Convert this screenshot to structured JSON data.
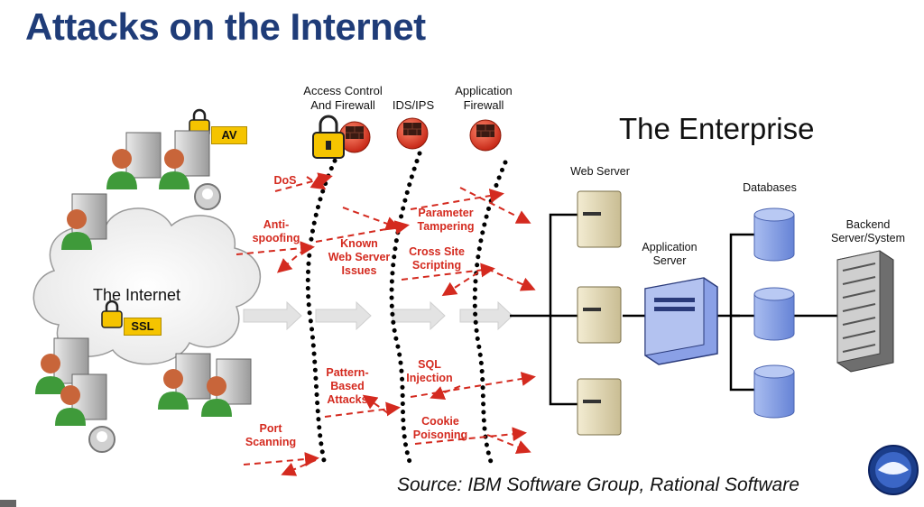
{
  "title": "Attacks on the Internet",
  "enterprise_label": "The Enterprise",
  "internet_label": "The Internet",
  "badges": {
    "av": "AV",
    "ssl": "SSL"
  },
  "defenses": {
    "access_control": [
      "Access Control",
      "And Firewall"
    ],
    "ids": "IDS/IPS",
    "app_firewall": [
      "Application",
      "Firewall"
    ]
  },
  "servers": {
    "web_server": "Web Server",
    "app_server": [
      "Application",
      "Server"
    ],
    "databases": "Databases",
    "backend": [
      "Backend",
      "Server/System"
    ]
  },
  "attacks": {
    "dos": "DoS",
    "anti_spoofing": [
      "Anti-",
      "spoofing"
    ],
    "known_issues": [
      "Known",
      "Web Server",
      "Issues"
    ],
    "param_tampering": [
      "Parameter",
      "Tampering"
    ],
    "xss": [
      "Cross Site",
      "Scripting"
    ],
    "pattern_attacks": [
      "Pattern-",
      "Based",
      "Attacks"
    ],
    "sql_injection": [
      "SQL",
      "Injection"
    ],
    "port_scanning": [
      "Port",
      "Scanning"
    ],
    "cookie_poisoning": [
      "Cookie",
      "Poisoning"
    ]
  },
  "source": "Source: IBM Software Group, Rational Software",
  "colors": {
    "title": "#1f3c78",
    "attack_red": "#d42a1f",
    "db_blue": "#7f9be0",
    "badge_yellow": "#f5c400"
  }
}
